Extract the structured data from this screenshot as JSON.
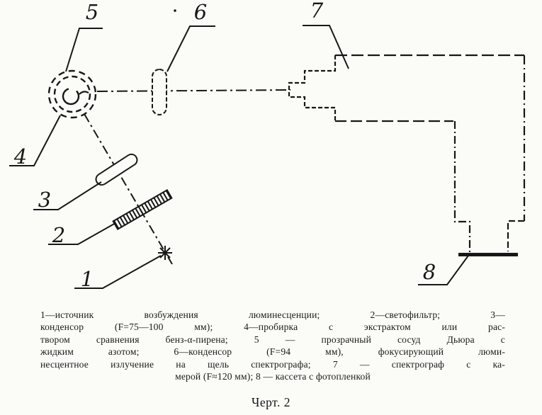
{
  "diagram": {
    "labels": [
      "1",
      "2",
      "3",
      "4",
      "5",
      "6",
      "7",
      "8"
    ],
    "components": {
      "1": "excitation-source",
      "2": "light-filter",
      "3": "condenser-lens",
      "4": "test-tube",
      "5": "dewar-vessel",
      "6": "condenser-lens",
      "7": "spectrograph",
      "8": "film-cassette"
    }
  },
  "caption": {
    "lines": [
      "1—источник возбуждения люминесценции; 2—светофильтр; 3—",
      "конденсор (F=75—100 мм); 4—пробирка с экстрактом или рас-",
      "твором сравнения бенз-α-пирена; 5 — прозрачный сосуд Дьюра с",
      "жидким азотом; 6—конденсор (F=94 мм), фокусирующий люми-",
      "несцентное излучение на щель спектрографа; 7 — спектрограф с ка-",
      "мерой (F≈120 мм); 8 — кассета с фотопленкой"
    ],
    "figure_number": "Черт. 2"
  },
  "colors": {
    "ink": "#171717",
    "paper": "#fbfbf8"
  }
}
